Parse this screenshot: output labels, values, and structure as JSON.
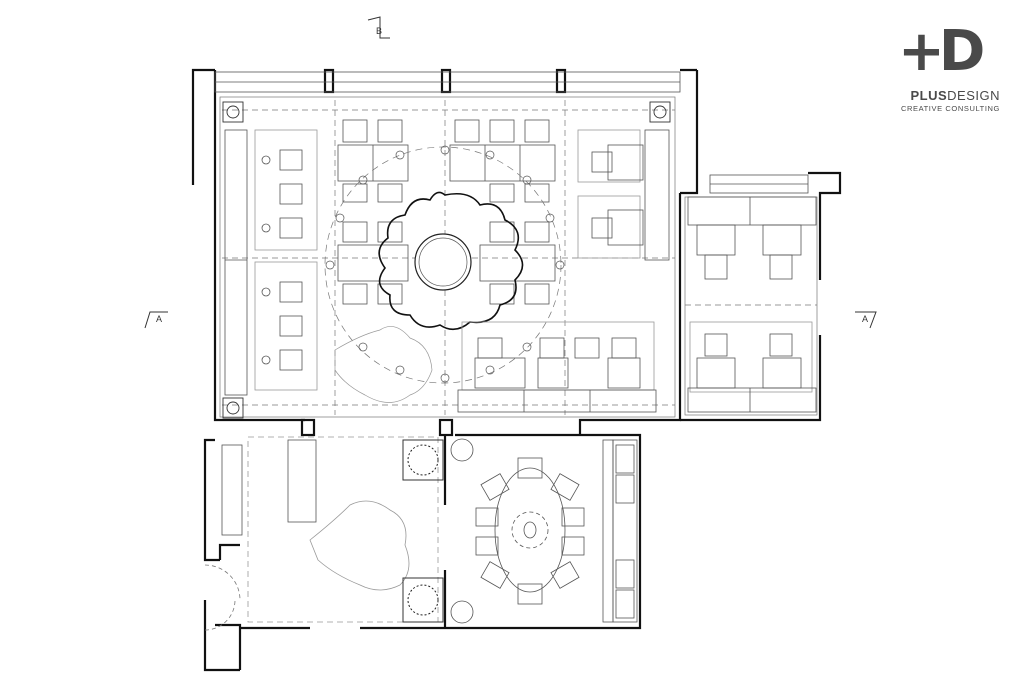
{
  "brand": {
    "mark": "+D",
    "name_bold": "PLUS",
    "name_light": "DESIGN",
    "tagline": "CREATIVE CONSULTING",
    "color": "#4a4a4a"
  },
  "section_markers": {
    "top": "B",
    "left": "A",
    "right": "A"
  },
  "colors": {
    "wall": "#111111",
    "line": "#555555",
    "light": "#9a9a9a"
  }
}
